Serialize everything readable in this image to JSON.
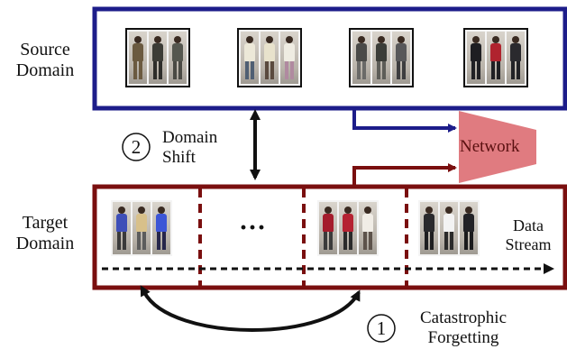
{
  "labels": {
    "source_domain": "Source Domain",
    "target_domain": "Target Domain",
    "domain_shift": "Domain Shift",
    "network": "Network",
    "data_stream": "Data Stream",
    "catastrophic_forgetting": "Catastrophic Forgetting",
    "ellipsis": "···",
    "step_1": "1",
    "step_2": "2"
  },
  "colors": {
    "source_box": "#1d1d8a",
    "target_box": "#7a0f0f",
    "network_fill": "#e07b80",
    "arrow_black": "#111111"
  },
  "source_groups": [
    {
      "people": [
        {
          "torso": "#6b5a40",
          "legs": "#6b5a40"
        },
        {
          "torso": "#3c3c36",
          "legs": "#2d2d2a"
        },
        {
          "torso": "#55574f",
          "legs": "#4a4a44"
        }
      ]
    },
    {
      "people": [
        {
          "torso": "#ece8d8",
          "legs": "#4f5f73"
        },
        {
          "torso": "#e8e2cc",
          "legs": "#5a4a3e"
        },
        {
          "torso": "#efece2",
          "legs": "#b08aa0"
        }
      ]
    },
    {
      "people": [
        {
          "torso": "#4a4a48",
          "legs": "#6a6a68"
        },
        {
          "torso": "#3b3d38",
          "legs": "#5d5d58"
        },
        {
          "torso": "#58585a",
          "legs": "#3d3d3f"
        }
      ]
    },
    {
      "people": [
        {
          "torso": "#1e1e22",
          "legs": "#202024"
        },
        {
          "torso": "#b0232e",
          "legs": "#1f1f23"
        },
        {
          "torso": "#2a2a2e",
          "legs": "#222226"
        }
      ]
    }
  ],
  "target_groups": [
    {
      "people": [
        {
          "torso": "#3e4fb8",
          "legs": "#3a3a3a"
        },
        {
          "torso": "#d8c08a",
          "legs": "#5c5c5c"
        },
        {
          "torso": "#3d56d6",
          "legs": "#26264a"
        }
      ]
    },
    {
      "people": [
        {
          "torso": "#a41c2c",
          "legs": "#3b3b3b"
        },
        {
          "torso": "#b52232",
          "legs": "#2a2a2a"
        },
        {
          "torso": "#f1ede6",
          "legs": "#5d534b"
        }
      ]
    },
    {
      "people": [
        {
          "torso": "#2a2a2d",
          "legs": "#1e1e20"
        },
        {
          "torso": "#f3f3f3",
          "legs": "#2b2b2b"
        },
        {
          "torso": "#222226",
          "legs": "#1a1a1c"
        }
      ]
    }
  ]
}
